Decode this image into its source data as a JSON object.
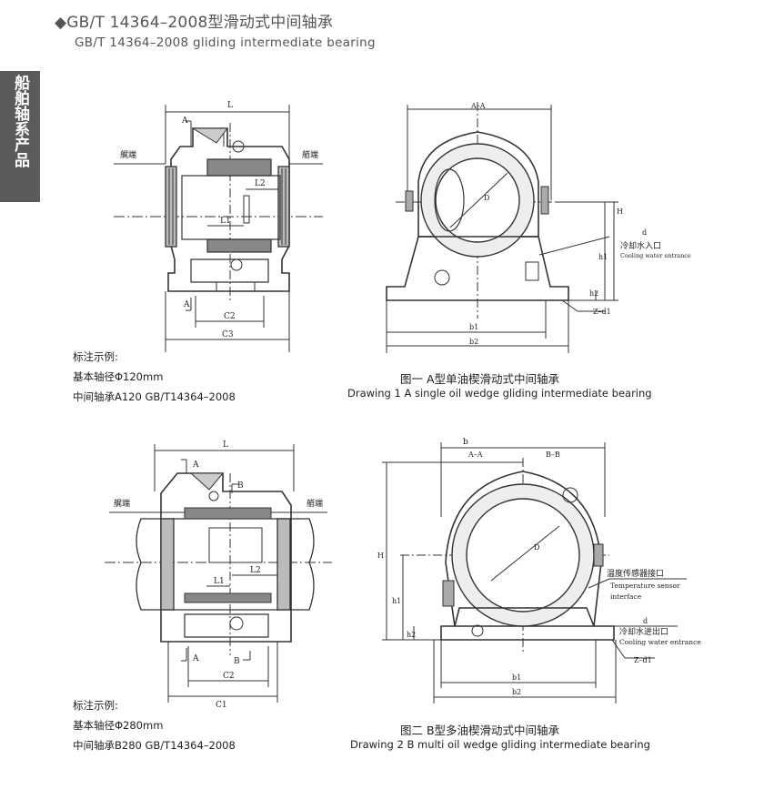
{
  "header": {
    "bullet": "◆",
    "title_cn": "GB/T 14364–2008型滑动式中间轴承",
    "title_en": "GB/T 14364–2008 gliding intermediate bearing"
  },
  "sidebar": {
    "label": "船舶轴系产品"
  },
  "section1": {
    "note_title": "标注示例:",
    "note_line1": "基本轴径Φ120mm",
    "note_line2": "中间轴承A120 GB/T14364–2008",
    "caption_cn": "图一  A型单油楔滑动式中间轴承",
    "caption_en": "Drawing 1 A single oil wedge gliding intermediate bearing",
    "labels": {
      "L": "L",
      "A": "A",
      "stern": "艉端",
      "bow": "艏端",
      "L1": "L1",
      "L2": "L2",
      "C2": "C2",
      "C3": "C3",
      "AA": "A–A",
      "D": "D",
      "H": "H",
      "h1": "h1",
      "h2": "h2",
      "d": "d",
      "cooling_cn": "冷却水入口",
      "cooling_en": "Cooling water entrance",
      "Zd1": "Z–d1",
      "b1": "b1",
      "b2": "b2"
    }
  },
  "section2": {
    "note_title": "标注示例:",
    "note_line1": "基本轴径Φ280mm",
    "note_line2": "中间轴承B280 GB/T14364–2008",
    "caption_cn": "图二  B型多油楔滑动式中间轴承",
    "caption_en": "Drawing 2 B multi oil wedge gliding intermediate bearing",
    "labels": {
      "L": "L",
      "A": "A",
      "B": "B",
      "stern": "艉端",
      "bow": "艏端",
      "L1": "L1",
      "L2": "L2",
      "C2": "C2",
      "C1": "C1",
      "b": "b",
      "AA": "A–A",
      "BB": "B–B",
      "D": "D",
      "H": "H",
      "h1": "h1",
      "h2": "h2",
      "temp_cn": "温度传感器接口",
      "temp_en1": "Temperature sensor",
      "temp_en2": "interface",
      "d": "d",
      "cooling_cn": "冷却水进出口",
      "cooling_en": "Cooling water entrance",
      "Zd1": "Z–d1",
      "b1": "b1",
      "b2": "b2"
    }
  }
}
